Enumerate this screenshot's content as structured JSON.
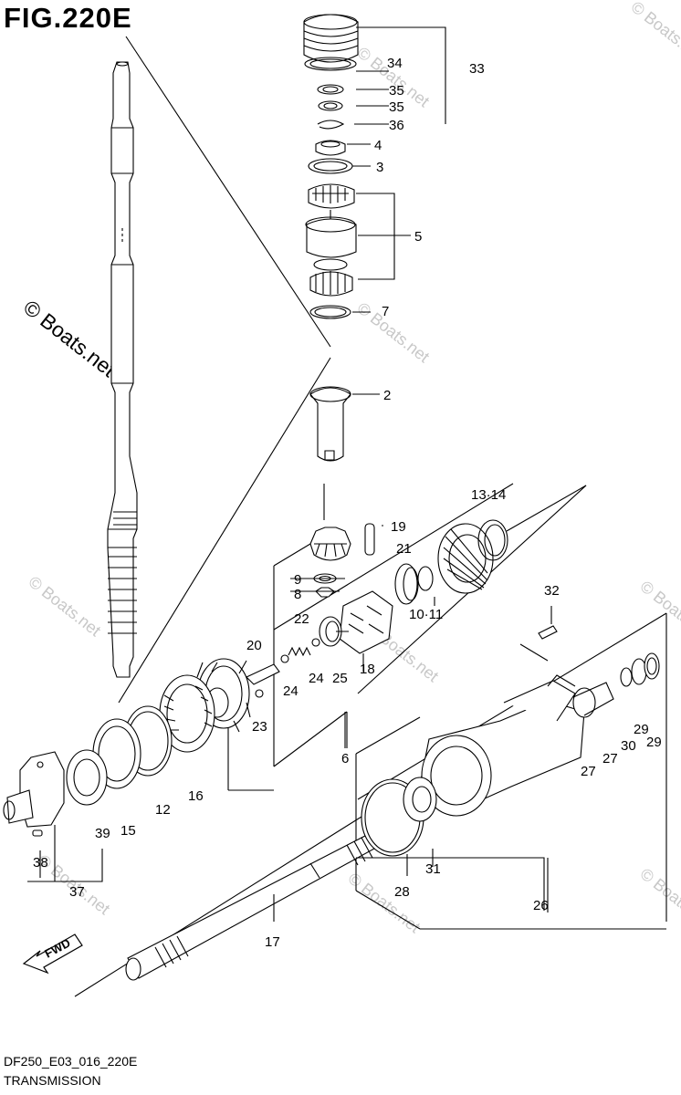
{
  "figure": {
    "title": "FIG.220E",
    "code": "DF250_E03_016_220E",
    "caption": "TRANSMISSION"
  },
  "watermark": {
    "main": "© Boats.net",
    "faint": "© Boats.net"
  },
  "direction_label": "FWD",
  "callouts": {
    "c1314": "13·14",
    "c19": "19",
    "c21": "21",
    "c9": "9",
    "c8": "8",
    "c1011": "10·11",
    "c22": "22",
    "c20": "20",
    "c24a": "24",
    "c24b": "24",
    "c25": "25",
    "c18": "18",
    "c23": "23",
    "c16": "16",
    "c12": "12",
    "c15": "15",
    "c39": "39",
    "c38": "38",
    "c37": "37",
    "c32": "32",
    "c6": "6",
    "c27a": "27",
    "c27b": "27",
    "c30": "30",
    "c29a": "29",
    "c29b": "29",
    "c31": "31",
    "c28": "28",
    "c26": "26",
    "c17": "17",
    "c34": "34",
    "c33": "33",
    "c35a": "35",
    "c35b": "35",
    "c36": "36",
    "c4": "4",
    "c3": "3",
    "c5": "5",
    "c7": "7",
    "c2": "2"
  }
}
